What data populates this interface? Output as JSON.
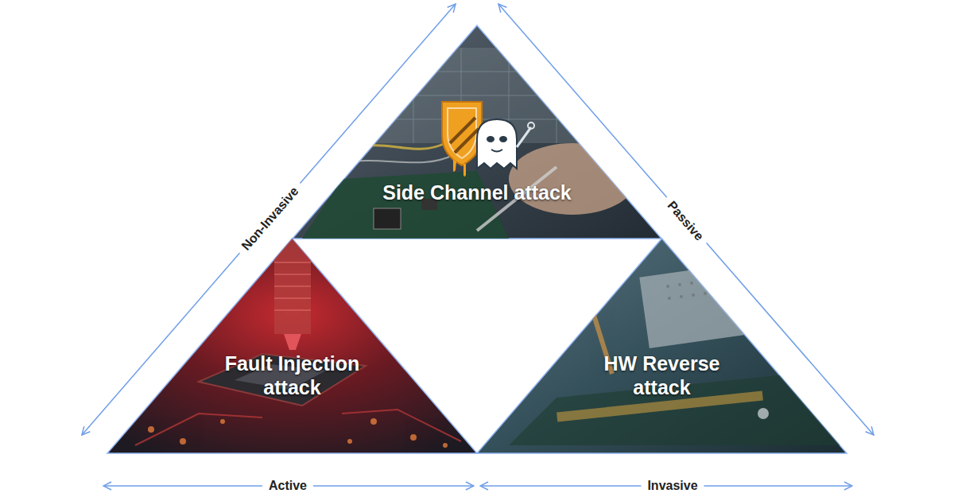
{
  "diagram": {
    "nodes": [
      {
        "text": [
          "Side Channel attack"
        ]
      },
      {
        "text": [
          "Fault Injection attack"
        ]
      },
      {
        "text": [
          "HW Reverse attack"
        ]
      }
    ],
    "labels": [
      "Non-Invasive",
      "Passive",
      "Active",
      "Invasive"
    ]
  }
}
